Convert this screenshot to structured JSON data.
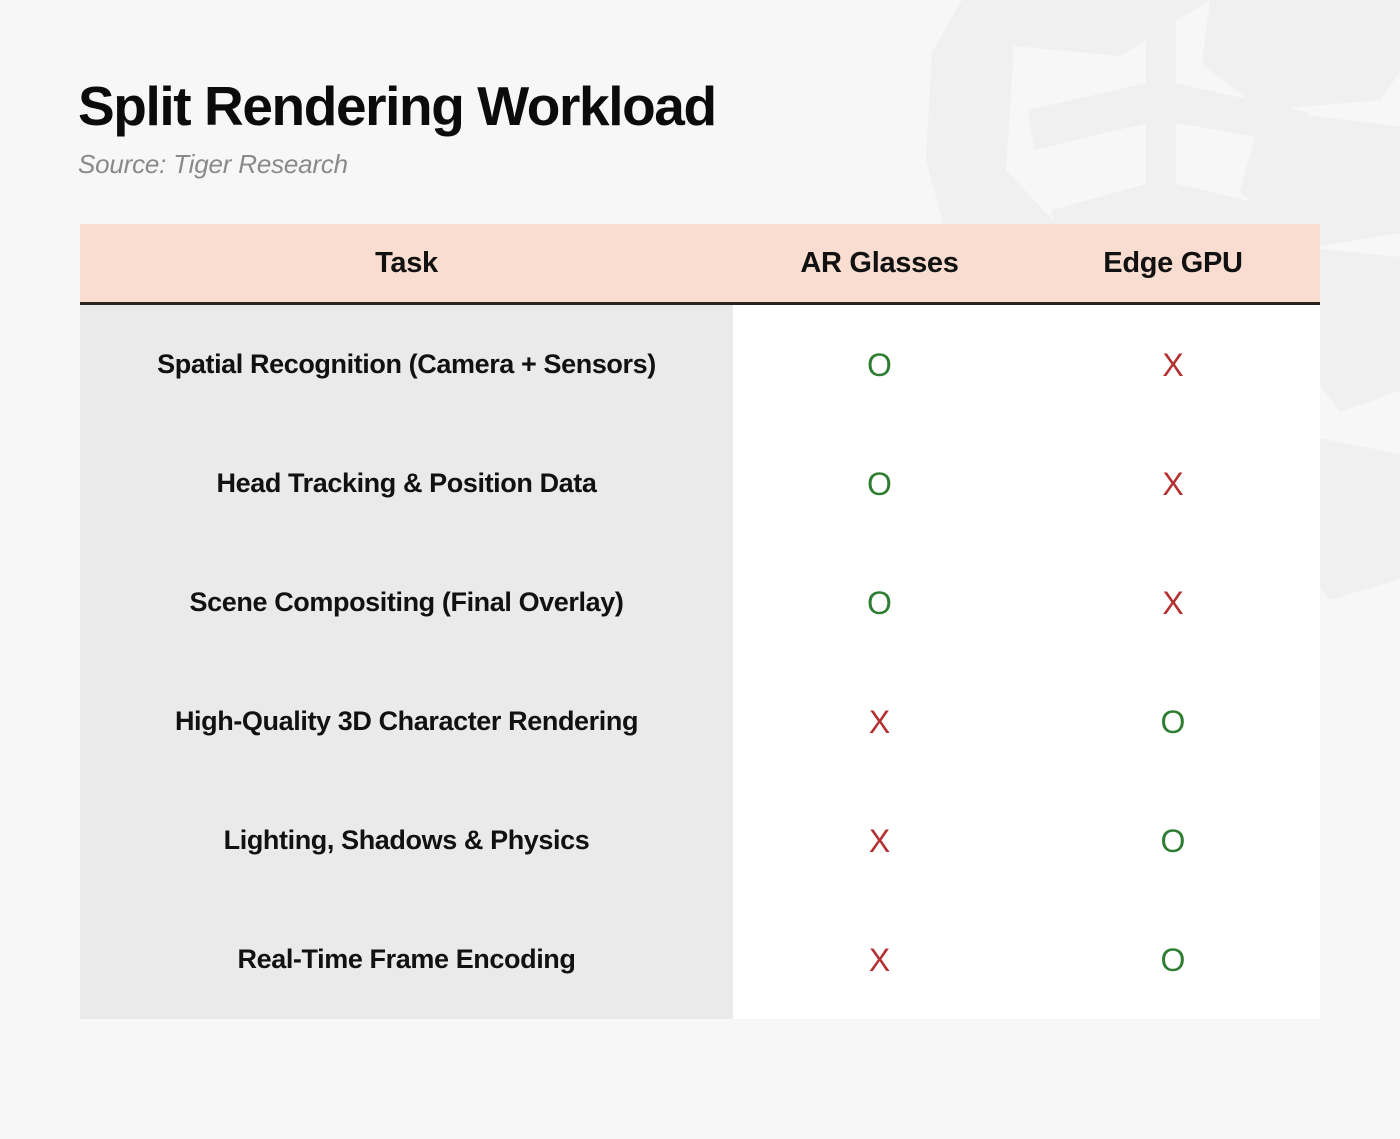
{
  "header": {
    "title": "Split Rendering Workload",
    "source": "Source: Tiger Research"
  },
  "colors": {
    "page_background": "#F7F7F7",
    "header_row_background": "#F8DDD0",
    "task_column_background": "#EAEAEA",
    "cell_background": "#FFFFFF",
    "header_rule": "#2A2320",
    "mark_yes": "#2E7D32",
    "mark_no": "#B53030",
    "title_text": "#0B0B0B",
    "source_text": "#8A8A8A",
    "watermark": "#F0F0F0"
  },
  "table": {
    "columns": [
      {
        "key": "task",
        "label": "Task"
      },
      {
        "key": "ar_glasses",
        "label": "AR Glasses"
      },
      {
        "key": "edge_gpu",
        "label": "Edge GPU"
      }
    ],
    "marks": {
      "yes": "O",
      "no": "X"
    },
    "rows": [
      {
        "task": "Spatial Recognition (Camera + Sensors)",
        "ar_glasses": "O",
        "edge_gpu": "X"
      },
      {
        "task": "Head Tracking & Position Data",
        "ar_glasses": "O",
        "edge_gpu": "X"
      },
      {
        "task": "Scene Compositing (Final Overlay)",
        "ar_glasses": "O",
        "edge_gpu": "X"
      },
      {
        "task": "High-Quality 3D Character Rendering",
        "ar_glasses": "X",
        "edge_gpu": "O"
      },
      {
        "task": "Lighting, Shadows & Physics",
        "ar_glasses": "X",
        "edge_gpu": "O"
      },
      {
        "task": "Real-Time Frame Encoding",
        "ar_glasses": "X",
        "edge_gpu": "O"
      }
    ]
  },
  "watermark": {
    "name": "tiger-face-watermark"
  }
}
